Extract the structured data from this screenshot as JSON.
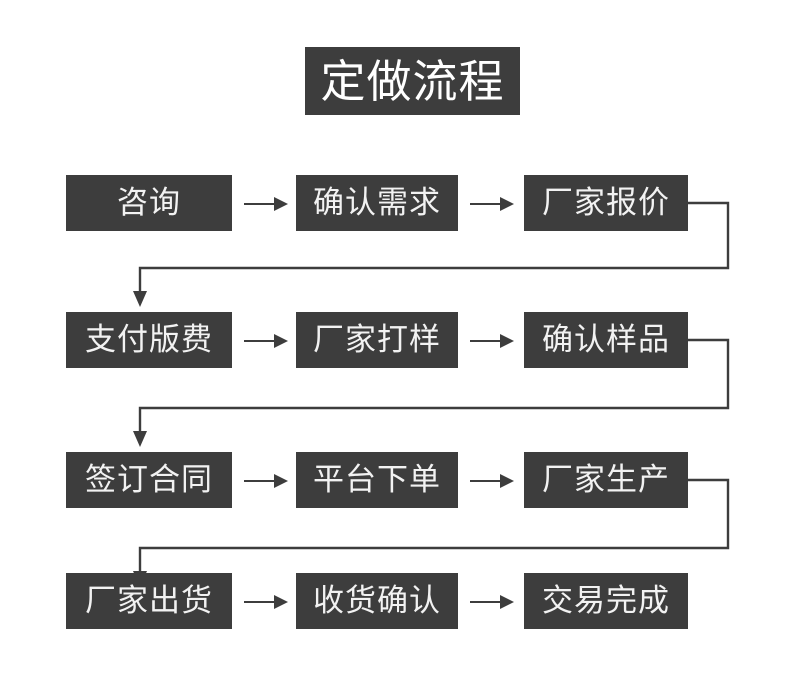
{
  "title": {
    "text": "定做流程"
  },
  "colors": {
    "box_fill": "#3d3d3d",
    "box_text": "#f2f2f2",
    "connector": "#3d3d3d",
    "background": "#ffffff"
  },
  "rows": [
    {
      "row_index": 1,
      "nodes": [
        {
          "label": "咨询"
        },
        {
          "label": "确认需求"
        },
        {
          "label": "厂家报价"
        }
      ]
    },
    {
      "row_index": 2,
      "nodes": [
        {
          "label": "支付版费"
        },
        {
          "label": "厂家打样"
        },
        {
          "label": "确认样品"
        }
      ]
    },
    {
      "row_index": 3,
      "nodes": [
        {
          "label": "签订合同"
        },
        {
          "label": "平台下单"
        },
        {
          "label": "厂家生产"
        }
      ]
    },
    {
      "row_index": 4,
      "nodes": [
        {
          "label": "厂家出货"
        },
        {
          "label": "收货确认"
        },
        {
          "label": "交易完成"
        }
      ]
    }
  ],
  "connectors": {
    "inline_arrow": "arrow-right",
    "wrap_arrow": "arrow-down"
  }
}
